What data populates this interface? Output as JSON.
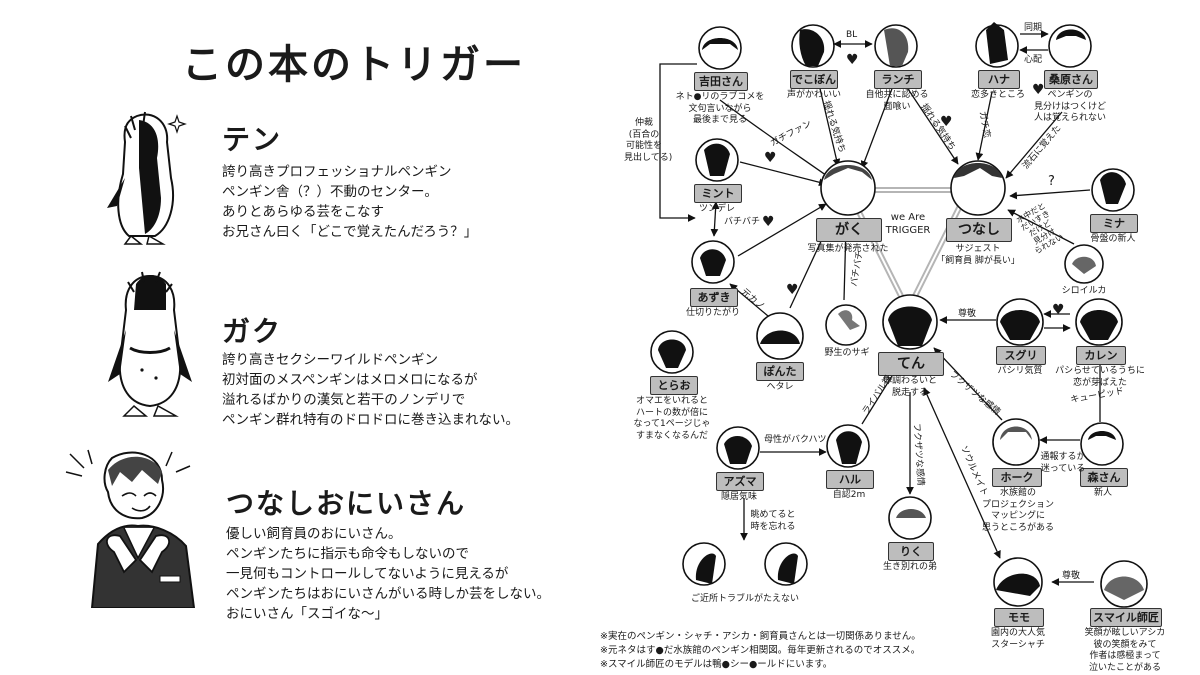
{
  "left": {
    "title": "この本のトリガー",
    "characters": [
      {
        "name": "テン",
        "lines": [
          "誇り高きプロフェッショナルペンギン",
          "ペンギン舎（？）不動のセンター。",
          "ありとあらゆる芸をこなす",
          "お兄さん曰く「どこで覚えたんだろう？」"
        ]
      },
      {
        "name": "ガク",
        "lines": [
          "誇り高きセクシーワイルドペンギン",
          "初対面のメスペンギンはメロメロになるが",
          "溢れるばかりの漢気と若干のノンデリで",
          "ペンギン群れ特有のドロドロに巻き込まれない。"
        ]
      },
      {
        "name": "つなしおにいさん",
        "lines": [
          "優しい飼育員のおにいさん。",
          "ペンギンたちに指示も命令もしないので",
          "一見何もコントロールしてないように見えるが",
          "ペンギンたちはおにいさんがいる時しか芸をしない。",
          "おにいさん「スゴイな～」"
        ]
      }
    ]
  },
  "diagram": {
    "center": "we Are\nTRIGGER",
    "nodes": {
      "yoshida": {
        "label": "吉田さん",
        "caption": "ネト●リのラブコメを\n文句言いながら\n最後まで見る"
      },
      "dekobon": {
        "label": "でこぼん",
        "caption": "声がかわいい"
      },
      "ranchi": {
        "label": "ランチ",
        "caption": "自他共に認める\n面喰い"
      },
      "hana": {
        "label": "ハナ",
        "caption": "恋多きところ"
      },
      "kuwabara": {
        "label": "桑原さん",
        "caption": "ペンギンの\n見分けはつくけど\n人は覚えられない"
      },
      "minto": {
        "label": "ミント",
        "caption": "ツンデレ"
      },
      "gaku": {
        "label": "がく",
        "caption": "写真集が発売された"
      },
      "tsunashi": {
        "label": "つなし",
        "caption": "サジェスト\n「飼育員 脚が長い」"
      },
      "mina": {
        "label": "ミナ",
        "caption": "骨盤の新人"
      },
      "shiroiruka": {
        "label": "",
        "caption": "シロイルカ"
      },
      "azuki": {
        "label": "あずき",
        "caption": "仕切りたがり"
      },
      "ponta": {
        "label": "ぽんた",
        "caption": "ヘタレ"
      },
      "sagi": {
        "label": "",
        "caption": "野生のサギ"
      },
      "ten": {
        "label": "てん",
        "caption": "体調わるいと\n脱走する"
      },
      "suguri": {
        "label": "スグリ",
        "caption": "パシリ気質"
      },
      "karen": {
        "label": "カレン",
        "caption": "パシらせているうちに\n恋が芽ばえた"
      },
      "torao": {
        "label": "とらお",
        "caption": "オマエをいれると\nハートの数が倍に\nなって1ページじゃ\nすまなくなるんだ"
      },
      "azuma": {
        "label": "アズマ",
        "caption": "隠居気味"
      },
      "haru": {
        "label": "ハル",
        "caption": "自認2m"
      },
      "hoku": {
        "label": "ホーク",
        "caption": "水族館の\nプロジェクション\nマッピングに\n思うところがある"
      },
      "mori": {
        "label": "森さん",
        "caption": "新人"
      },
      "riku": {
        "label": "りく",
        "caption": "生き別れの弟"
      },
      "momo": {
        "label": "モモ",
        "caption": "園内の大人気\nスターシャチ"
      },
      "smile": {
        "label": "スマイル師匠",
        "caption": "笑顔が眩しいアシカ\n彼の笑顔をみて\n作者は感極まって\n泣いたことがある"
      },
      "eel1": {
        "label": "",
        "caption": ""
      },
      "eel2": {
        "label": "",
        "caption": "ご近所トラブルがたえない"
      }
    },
    "edge_labels": {
      "bl": "BL",
      "douki": "同期",
      "shinpai": "心配",
      "chuusai": "仲裁\n(百合の\n可能性を\n見出してる)",
      "gachifan": "ガチファン",
      "yureru": "揺れる気持ち",
      "sakariotoko": "揺れる気持ち",
      "gachikoi": "ガチ恋",
      "ryuuseki": "流石に覚えた",
      "question": "?",
      "mizunaka": "水中だと\nだいすき\nだけど\n見分け\nられない",
      "pachipachi": "バチバチ",
      "motokanojo": "元カノ",
      "bachibachi2": "バチバチ",
      "sonkei": "尊敬",
      "kyuun": "キューピッド",
      "fukuzatsu": "フクザツな感情",
      "rival": "ライバル視",
      "boseii": "母性がバクハツ",
      "kazoku": "フクザツな感情",
      "soulmate": "ソウルメイト",
      "tsuuhou": "通報するか\n迷っている",
      "nagameru": "眺めてると\n時を忘れる",
      "sonkei2": "尊敬"
    },
    "hearts": [
      "♥",
      "♥",
      "♥",
      "♥",
      "♥",
      "♥",
      "♥"
    ],
    "footnotes": [
      "※実在のペンギン・シャチ・アシカ・飼育員さんとは一切関係ありません。",
      "※元ネタはす●だ水族館のペンギン相関図。毎年更新されるのでオススメ。",
      "※スマイル師匠のモデルは鴨●シー●ールドにいます。"
    ]
  }
}
